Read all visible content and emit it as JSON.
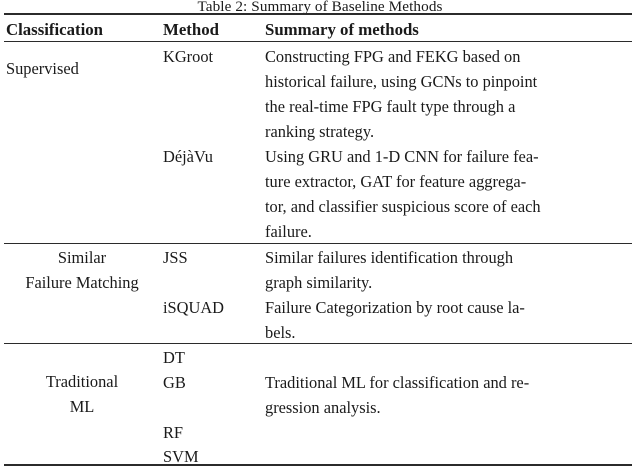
{
  "caption": "Table 2: Summary of Baseline Methods",
  "table": {
    "headers": {
      "classification": "Classification",
      "method": "Method",
      "summary": "Summary of methods"
    },
    "groups": [
      {
        "classification_lines": [
          "Supervised"
        ],
        "rows": [
          {
            "method": "KGroot",
            "summary_lines": [
              "Constructing FPG and FEKG based on",
              "historical failure, using GCNs to pinpoint",
              "the real-time FPG fault type through a",
              "ranking strategy."
            ]
          },
          {
            "method": "DéjàVu",
            "summary_lines": [
              "Using GRU and 1-D CNN for failure fea-",
              "ture extractor, GAT for feature aggrega-",
              "tor, and classifier suspicious score of each",
              "failure."
            ]
          }
        ]
      },
      {
        "classification_lines": [
          "Similar",
          "Failure Matching"
        ],
        "rows": [
          {
            "method": "JSS",
            "summary_lines": [
              "Similar failures identification through",
              "graph similarity."
            ]
          },
          {
            "method": "iSQUAD",
            "summary_lines": [
              "Failure Categorization by root cause la-",
              "bels."
            ]
          }
        ]
      },
      {
        "classification_lines": [
          "Traditional",
          "ML"
        ],
        "rows": [
          {
            "method": "DT",
            "summary_lines": []
          },
          {
            "method": "GB",
            "summary_lines": [
              "Traditional ML for classification and re-",
              "gression analysis."
            ]
          },
          {
            "method": "RF",
            "summary_lines": []
          },
          {
            "method": "SVM",
            "summary_lines": []
          }
        ]
      }
    ]
  }
}
